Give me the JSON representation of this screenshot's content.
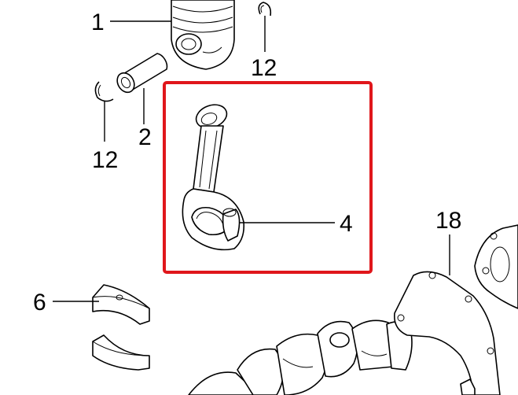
{
  "callouts": {
    "piston": "1",
    "piston_pin": "2",
    "connecting_rod": "4",
    "bearing_shells": "6",
    "snap_ring_left": "12",
    "snap_ring_right": "12",
    "rear_seal_housing": "18"
  },
  "highlight_color": "#e0161b"
}
